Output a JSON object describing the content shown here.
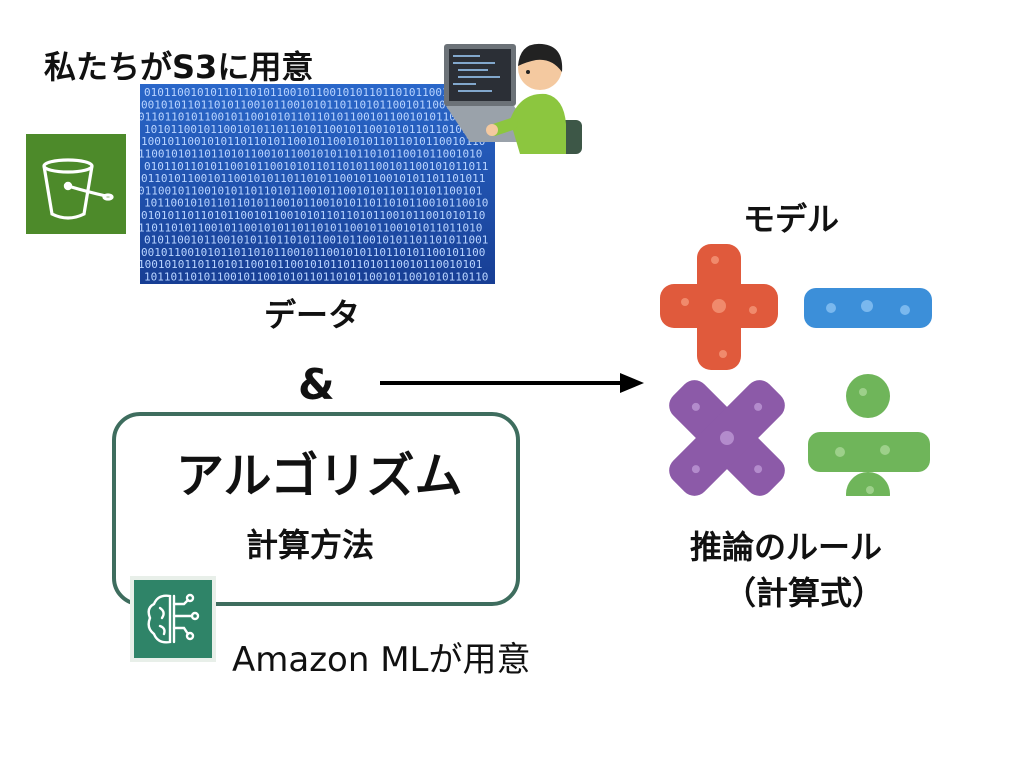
{
  "s3": {
    "caption": "私たちがS3に用意",
    "icon": "s3-bucket-icon"
  },
  "data": {
    "label": "データ",
    "pattern_text": "0101100101011011010110",
    "panel_color": "#1f5bbd"
  },
  "connector": {
    "ampersand": "&"
  },
  "algorithm": {
    "title": "アルゴリズム",
    "subtitle": "計算方法",
    "box_color": "#3e6d5e"
  },
  "ml": {
    "caption": "Amazon MLが用意",
    "icon": "brain-circuit-icon"
  },
  "model": {
    "label": "モデル",
    "rule_label": "推論のルール",
    "rule_formula": "（計算式）",
    "operator_colors": {
      "plus": "#e05a3c",
      "minus": "#3c8fd9",
      "times": "#8c5aa8",
      "divide": "#6fb55a"
    }
  }
}
